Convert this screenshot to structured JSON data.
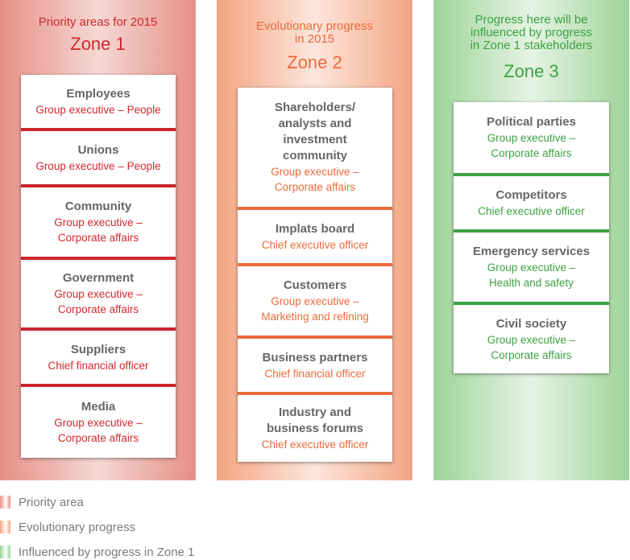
{
  "zones": [
    {
      "subtitle": [
        "Priority areas for 2015"
      ],
      "title": "Zone 1",
      "cards": [
        {
          "name": [
            "Employees"
          ],
          "role": [
            "Group executive – People"
          ]
        },
        {
          "name": [
            "Unions"
          ],
          "role": [
            "Group executive – People"
          ]
        },
        {
          "name": [
            "Community"
          ],
          "role": [
            "Group executive –",
            "Corporate affairs"
          ]
        },
        {
          "name": [
            "Government"
          ],
          "role": [
            "Group executive –",
            "Corporate affairs"
          ]
        },
        {
          "name": [
            "Suppliers"
          ],
          "role": [
            "Chief financial officer"
          ]
        },
        {
          "name": [
            "Media"
          ],
          "role": [
            "Group executive –",
            "Corporate affairs"
          ]
        }
      ]
    },
    {
      "subtitle": [
        "Evolutionary progress",
        "in 2015"
      ],
      "title": "Zone 2",
      "cards": [
        {
          "name": [
            "Shareholders/",
            "analysts and",
            "investment",
            "community"
          ],
          "role": [
            "Group executive –",
            "Corporate affairs"
          ]
        },
        {
          "name": [
            "Implats board"
          ],
          "role": [
            "Chief executive officer"
          ]
        },
        {
          "name": [
            "Customers"
          ],
          "role": [
            "Group executive –",
            "Marketing and refining"
          ]
        },
        {
          "name": [
            "Business partners"
          ],
          "role": [
            "Chief financial officer"
          ]
        },
        {
          "name": [
            "Industry and",
            "business forums"
          ],
          "role": [
            "Chief executive officer"
          ]
        }
      ]
    },
    {
      "subtitle": [
        "Progress here will be",
        "influenced by progress",
        "in Zone 1 stakeholders"
      ],
      "title": "Zone 3",
      "cards": [
        {
          "name": [
            "Political parties"
          ],
          "role": [
            "Group executive –",
            "Corporate affairs"
          ]
        },
        {
          "name": [
            "Competitors"
          ],
          "role": [
            "Chief executive officer"
          ]
        },
        {
          "name": [
            "Emergency services"
          ],
          "role": [
            "Group executive –",
            "Health and safety"
          ]
        },
        {
          "name": [
            "Civil society"
          ],
          "role": [
            "Group executive –",
            "Corporate affairs"
          ]
        }
      ]
    }
  ],
  "legend": [
    {
      "label": "Priority area",
      "color": "#e58f87"
    },
    {
      "label": "Evolutionary progress",
      "color": "#f3a482"
    },
    {
      "label": "Influenced by progress in Zone 1",
      "color": "#9fd39a"
    }
  ]
}
